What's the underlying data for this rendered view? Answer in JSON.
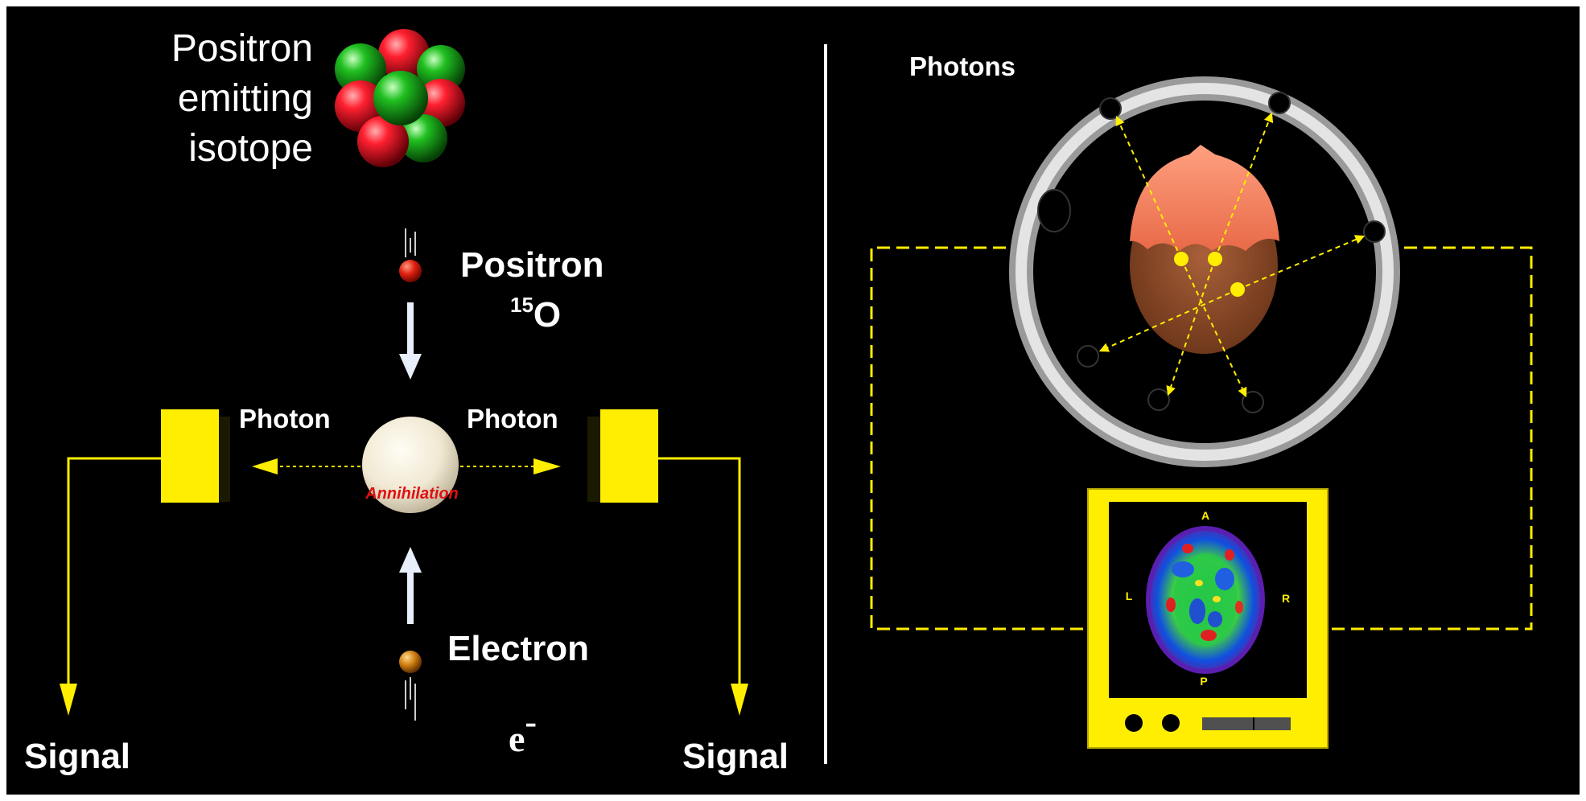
{
  "left_panel": {
    "isotope_label": [
      "Positron",
      "emitting",
      "isotope"
    ],
    "positron_label": "Positron",
    "positron_mass_number": "15",
    "positron_element": "O",
    "photon_left_label": "Photon",
    "photon_right_label": "Photon",
    "annihilation_label": "Annihilation",
    "electron_label": "Electron",
    "electron_symbol": "e",
    "electron_charge": "-",
    "signal_left_label": "Signal",
    "signal_right_label": "Signal"
  },
  "right_panel": {
    "photons_label": "Photons",
    "monitor_labels": {
      "top": "A",
      "left": "L",
      "right": "R",
      "bottom": "P"
    }
  },
  "colors": {
    "background": "#000000",
    "canvas_border": "#ffffff",
    "accent_yellow": "#ffee00",
    "positron_red": "#e02010",
    "electron_orange": "#d08010",
    "proton_red": "#e01020",
    "neutron_green": "#20b020",
    "annihilation_text": "#e01010",
    "ring_gray": "#c8c8c8",
    "head_brown": "#8a4a28"
  },
  "icons": {
    "nucleus": "nucleus-cluster-icon",
    "arrow": "arrow-icon",
    "detector": "detector-block-icon",
    "head": "head-icon",
    "brain_scan": "brain-scan-icon"
  }
}
